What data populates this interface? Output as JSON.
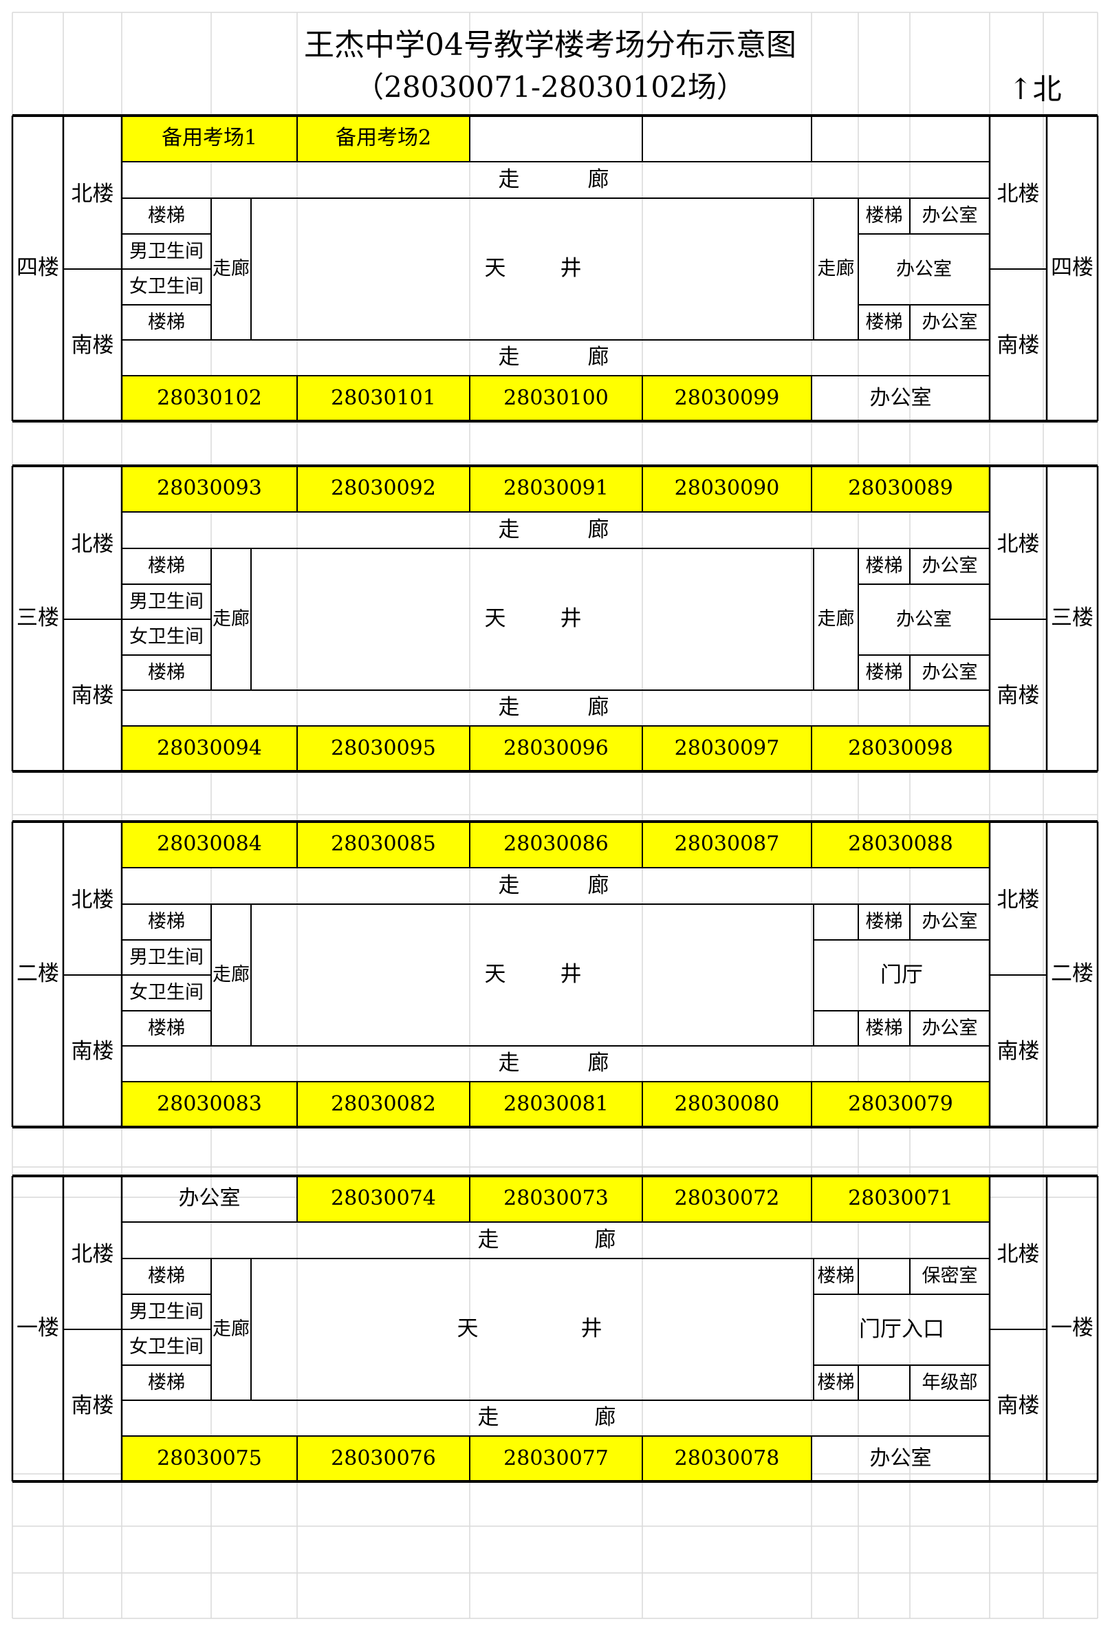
{
  "header": {
    "title": "王杰中学04号教学楼考场分布示意图",
    "range": "（28030071-28030102场）",
    "north": "↑北"
  },
  "labels": {
    "north_wing": "北楼",
    "south_wing": "南楼",
    "stairs": "楼梯",
    "male_restroom": "男卫生间",
    "female_restroom": "女卫生间",
    "office": "办公室",
    "corridor_left": "走",
    "corridor_right": "廊",
    "courtyard_left": "天",
    "courtyard_right": "井",
    "side_corridor": "走廊"
  },
  "floors": [
    {
      "label": "四楼",
      "north_rooms": [
        "备用考场1",
        "备用考场2",
        "",
        "",
        ""
      ],
      "south_rooms": [
        "28030102",
        "28030101",
        "28030100",
        "28030099",
        "办公室"
      ],
      "right_type": "office_block",
      "right_center": "办公室",
      "right_top": [
        "楼梯",
        "办公室"
      ],
      "right_bottom": [
        "楼梯",
        "办公室"
      ]
    },
    {
      "label": "三楼",
      "north_rooms": [
        "28030093",
        "28030092",
        "28030091",
        "28030090",
        "28030089"
      ],
      "south_rooms": [
        "28030094",
        "28030095",
        "28030096",
        "28030097",
        "28030098"
      ],
      "right_type": "office_block",
      "right_center": "办公室",
      "right_top": [
        "楼梯",
        "办公室"
      ],
      "right_bottom": [
        "楼梯",
        "办公室"
      ]
    },
    {
      "label": "二楼",
      "north_rooms": [
        "28030084",
        "28030085",
        "28030086",
        "28030087",
        "28030088"
      ],
      "south_rooms": [
        "28030083",
        "28030082",
        "28030081",
        "28030080",
        "28030079"
      ],
      "right_type": "lobby",
      "right_center": "门厅",
      "right_top": [
        "",
        "楼梯",
        "办公室"
      ],
      "right_bottom": [
        "",
        "楼梯",
        "办公室"
      ]
    },
    {
      "label": "一楼",
      "north_rooms": [
        "办公室",
        "28030074",
        "28030073",
        "28030072",
        "28030071"
      ],
      "south_rooms": [
        "28030075",
        "28030076",
        "28030077",
        "28030078",
        "办公室"
      ],
      "right_type": "entrance",
      "right_center": "门厅入口",
      "right_top": [
        "楼梯",
        "",
        "保密室"
      ],
      "right_bottom": [
        "楼梯",
        "",
        "年级部"
      ]
    }
  ],
  "colors": {
    "exam_room": "#ffff00",
    "line": "#000000",
    "grid": "#d9d9d9",
    "background": "#ffffff"
  }
}
